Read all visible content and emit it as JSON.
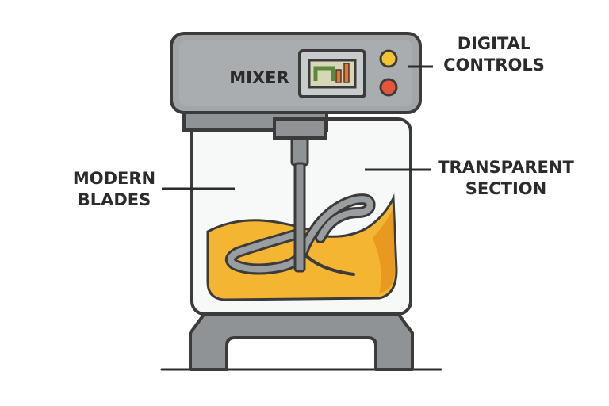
{
  "diagram": {
    "brand_label": "MIXER",
    "callouts": {
      "digital_controls": {
        "line1": "DIGITAL",
        "line2": "CONTROLS"
      },
      "transparent_section": {
        "line1": "TRANSPARENT",
        "line2": "SECTION"
      },
      "modern_blades": {
        "line1": "MODERN",
        "line2": "BLADES"
      }
    }
  },
  "colors": {
    "body_gray": "#8f9396",
    "body_light": "#a9adb0",
    "outline": "#3b3b3b",
    "dough": "#f4b632",
    "dough_dark": "#e79a1f",
    "display_green": "#5a8a3a",
    "display_orange": "#e8742e",
    "button_yellow": "#f2c431",
    "button_red": "#e5553a"
  }
}
